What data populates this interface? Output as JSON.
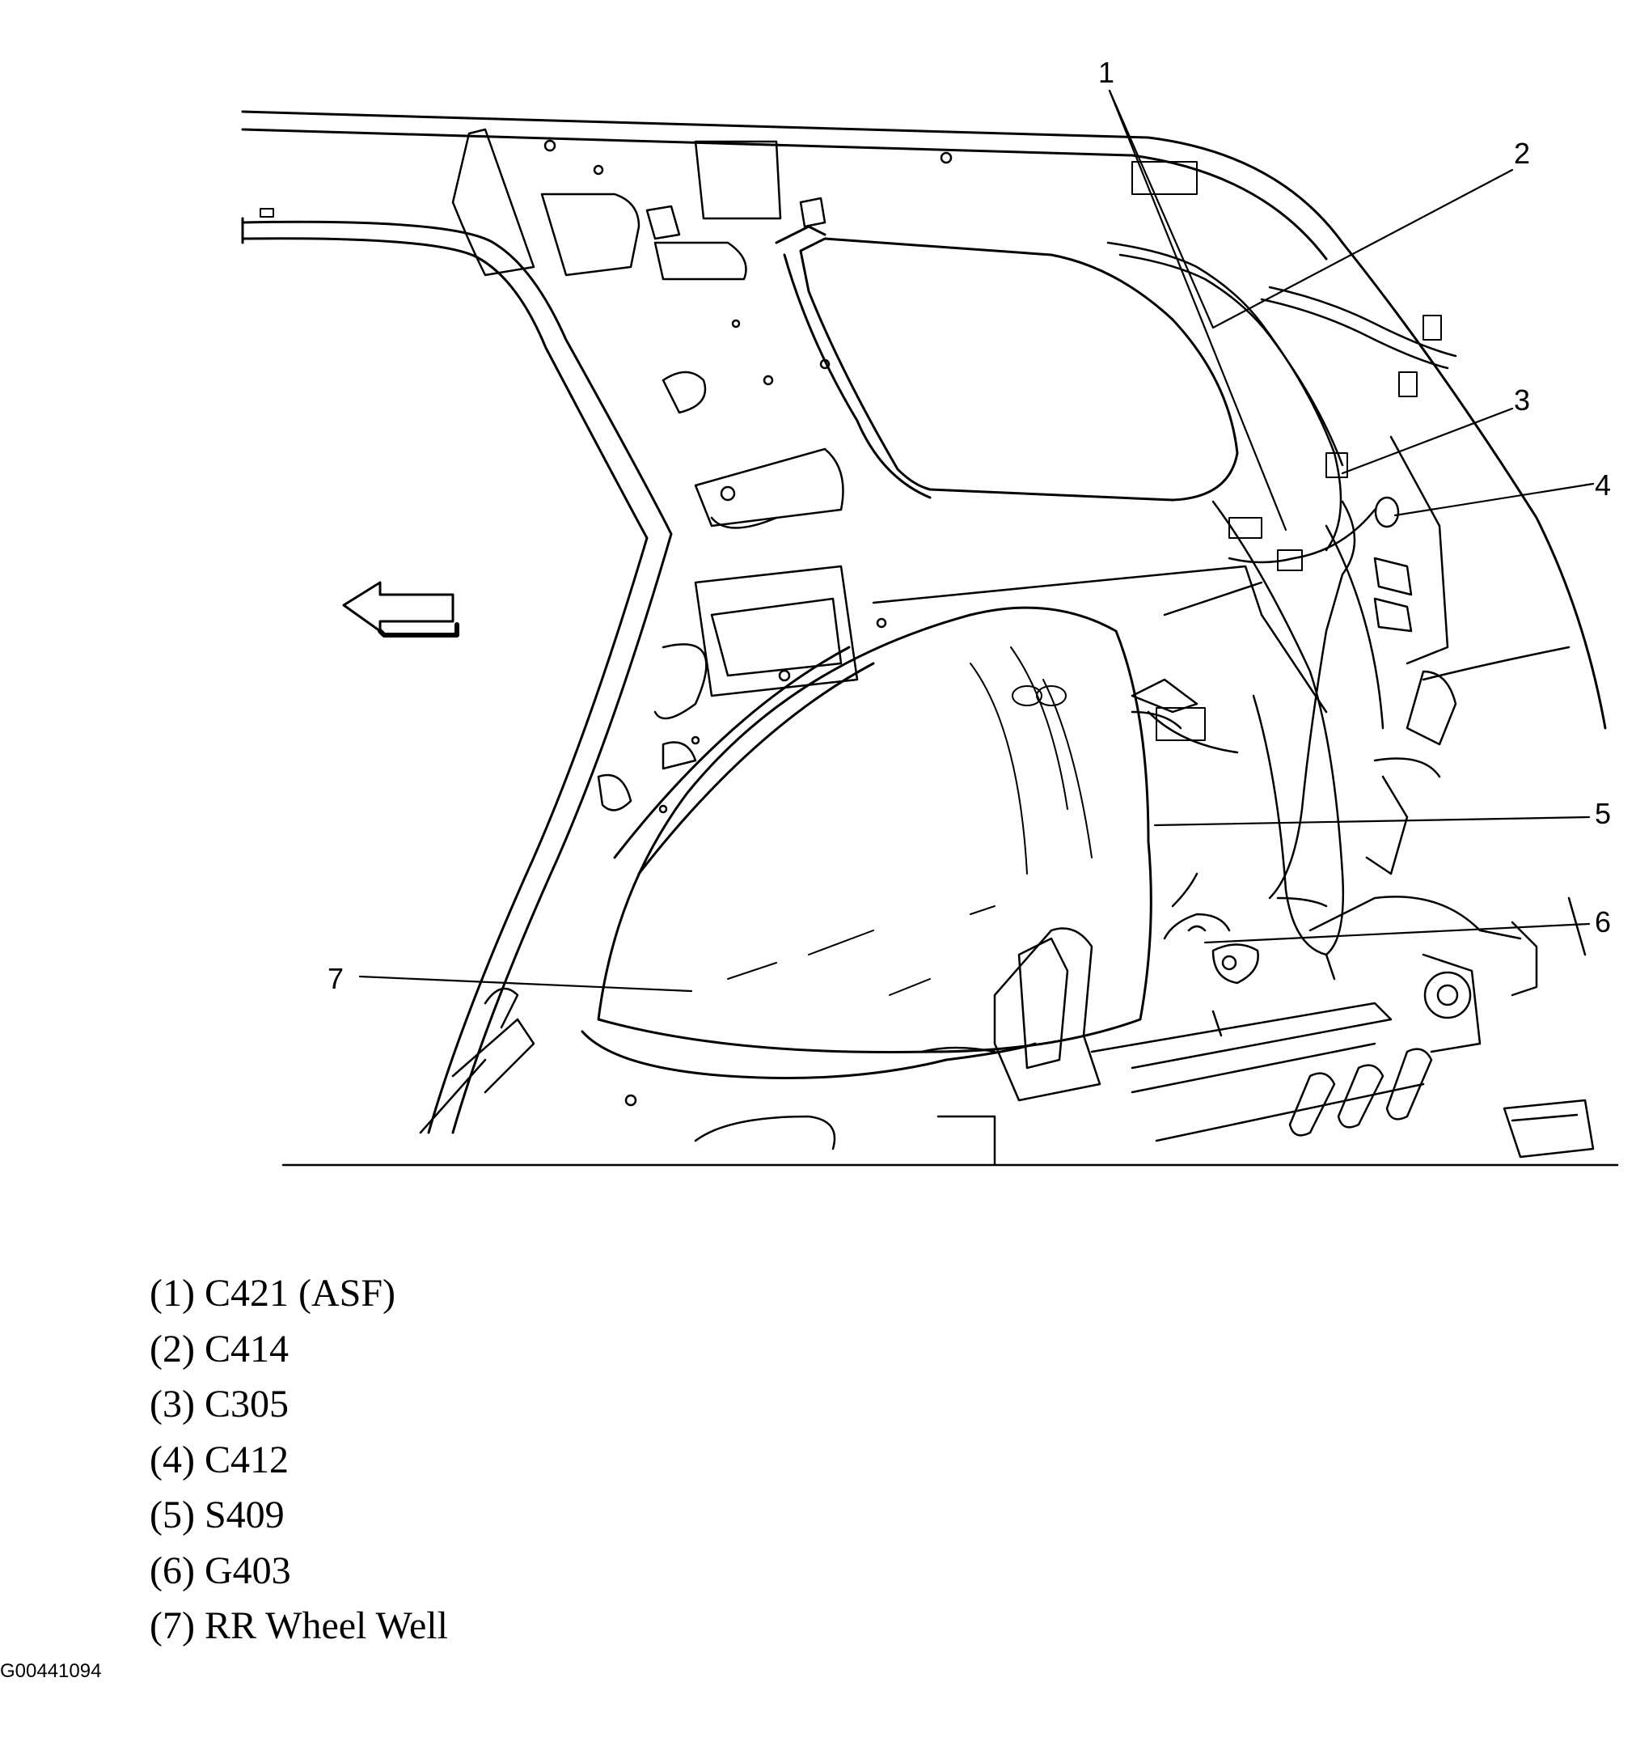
{
  "callouts": [
    {
      "number": "1",
      "label": "C421 (ASF)"
    },
    {
      "number": "2",
      "label": "C414"
    },
    {
      "number": "3",
      "label": "C305"
    },
    {
      "number": "4",
      "label": "C412"
    },
    {
      "number": "5",
      "label": "S409"
    },
    {
      "number": "6",
      "label": "G403"
    },
    {
      "number": "7",
      "label": "RR Wheel Well"
    }
  ],
  "legend": [
    "(1) C421 (ASF)",
    "(2) C414",
    "(3) C305",
    "(4) C412",
    "(5) S409",
    "(6) G403",
    "(7) RR Wheel Well"
  ],
  "figure_id": "G00441094",
  "direction_icon": "front-arrow-left"
}
